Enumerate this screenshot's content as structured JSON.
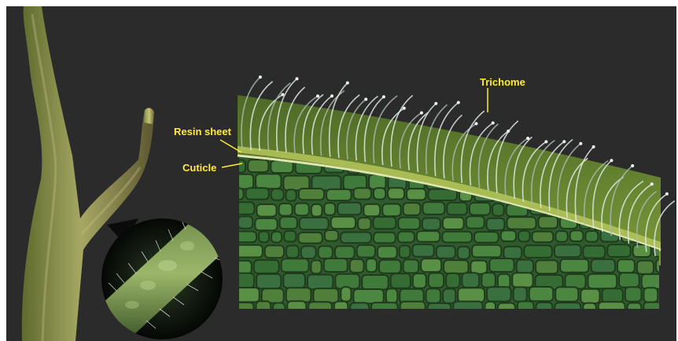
{
  "labels": {
    "trichome": "Trichome",
    "resin_sheet": "Resin sheet",
    "cuticle": "Cuticle"
  },
  "colors": {
    "background": "#2b2b2b",
    "label": "#ffeb3b",
    "stem": "#8a8a45",
    "cell_fill": "#3f7a3a",
    "cell_wall": "#1f3a1c",
    "trichome": "#dfe9e2"
  }
}
